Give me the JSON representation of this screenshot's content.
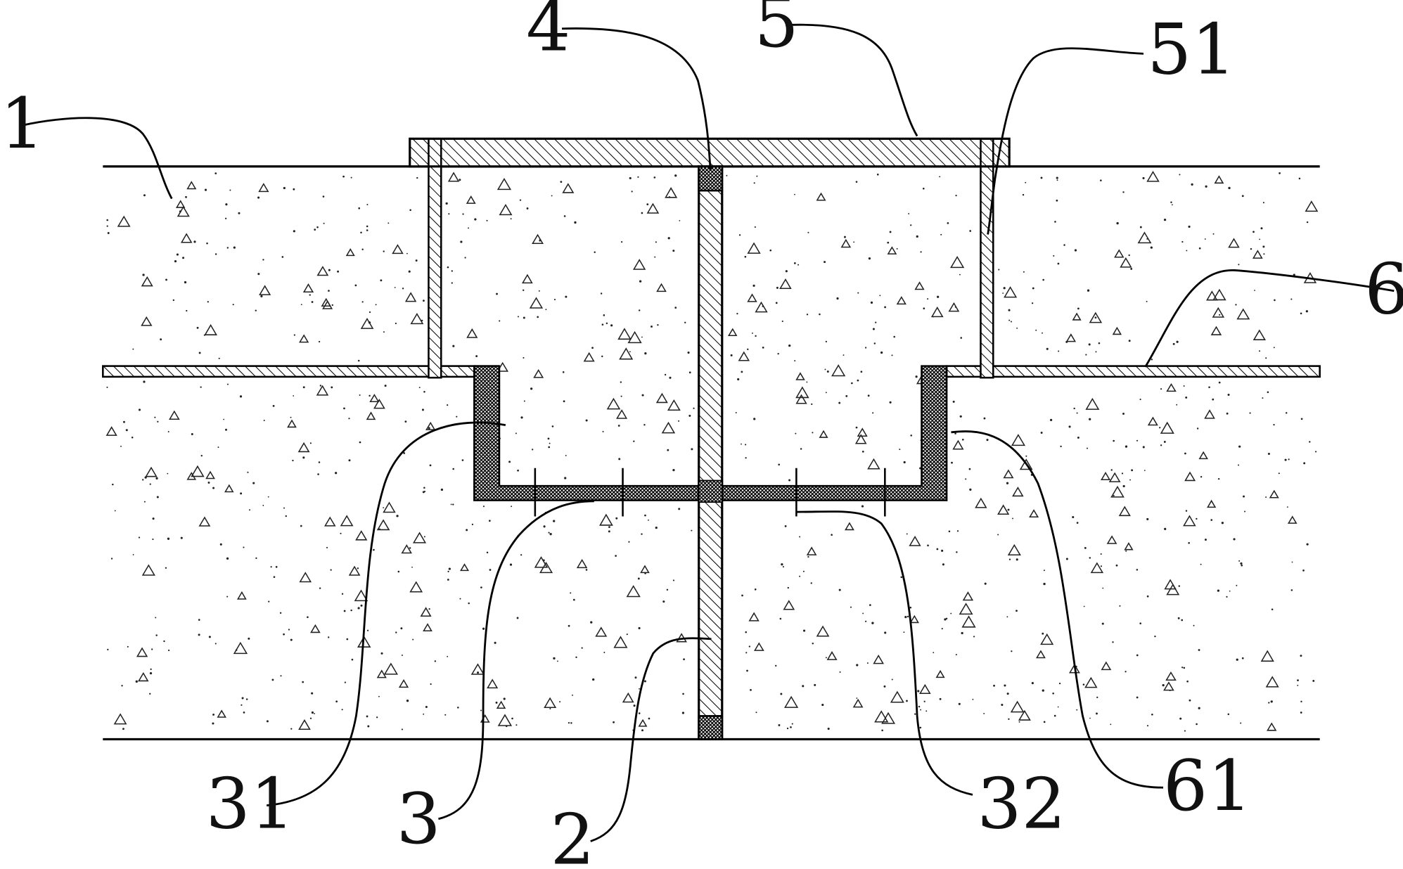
{
  "labels": {
    "l1": "1",
    "l2": "2",
    "l3": "3",
    "l4": "4",
    "l5": "5",
    "l6": "6",
    "l31": "31",
    "l32": "32",
    "l51": "51",
    "l61": "61"
  },
  "colors": {
    "line": "#000000",
    "background": "#ffffff",
    "concrete_speckle": "#222222"
  }
}
